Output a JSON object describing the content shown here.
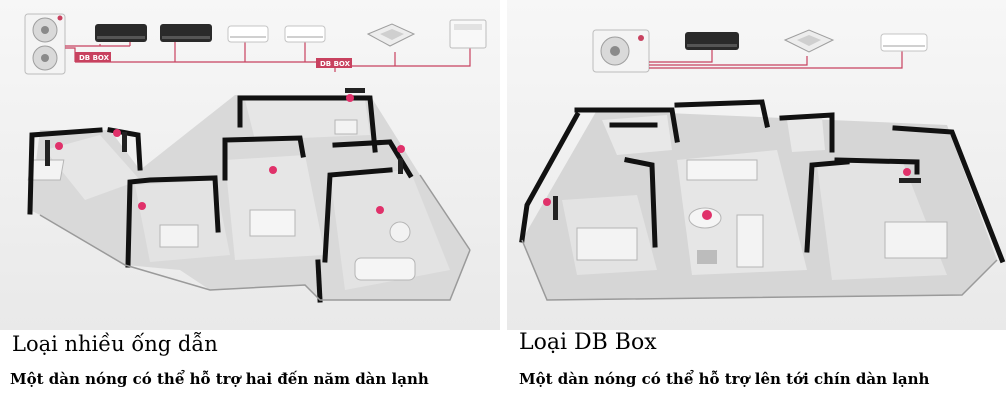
{
  "left": {
    "title": "Loại nhiều ống dẫn",
    "subtitle": "Một dàn nóng có thể hỗ trợ hai đến năm dàn lạnh",
    "db_box_labels": [
      "DB BOX",
      "DB BOX"
    ]
  },
  "right": {
    "title": "Loại DB Box",
    "subtitle": "Một dàn nóng có thể hỗ trợ lên tới chín dàn lạnh"
  },
  "colors": {
    "pipe": "#c8415f",
    "marker": "#e0316a",
    "db_box": "#c8415f"
  },
  "icons": [
    "outdoor-unit-icon",
    "wall-unit-dark-icon",
    "wall-unit-white-icon",
    "cassette-unit-icon",
    "floor-console-unit-icon"
  ]
}
